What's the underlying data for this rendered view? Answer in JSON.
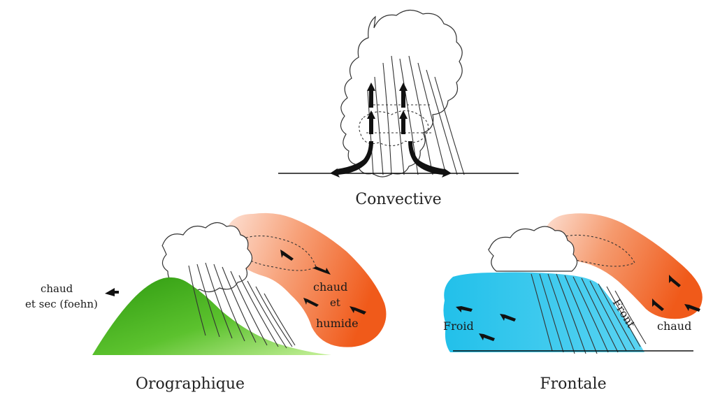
{
  "panels": {
    "convective": {
      "caption": "Convective"
    },
    "orographique": {
      "caption": "Orographique",
      "lee_label_line1": "chaud",
      "lee_label_line2": "et sec  (foehn)",
      "warm_label_line1": "chaud",
      "warm_label_line2": "et",
      "warm_label_line3": "humide"
    },
    "frontale": {
      "caption": "Frontale",
      "cold_label": "Froid",
      "front_label": "Front",
      "warm_label": "chaud"
    }
  },
  "colors": {
    "warm_air": "#f26a2a",
    "warm_air_light": "#fbd6c6",
    "cold_air": "#2ac3ea",
    "mountain": "#3aa31a",
    "mountain_light": "#9ee06a"
  }
}
